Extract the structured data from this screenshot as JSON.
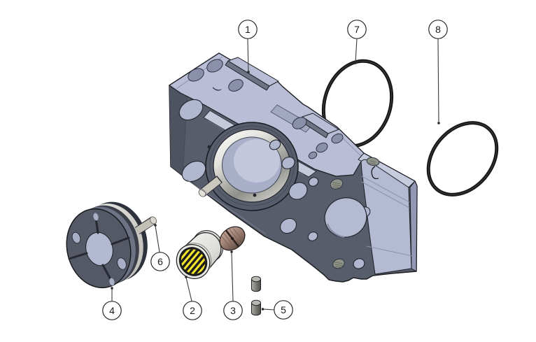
{
  "background_color": "#ffffff",
  "diagram_type": "exploded-assembly-drawing",
  "colors": {
    "housing_front_face": "#585d6b",
    "housing_top_face": "#b9bed6",
    "housing_side_box_face": "#b5bad3",
    "bore_metal_ring": "#d8d7d2",
    "bore_inner": "#a9afc8",
    "bearing_shell": "#e9e9e4",
    "bearing_needles_yellow": "#f3e52c",
    "bearing_needle_stripe": "#1c1c1c",
    "plug_copper": "#9a7d70",
    "coupling_disc_dark": "#545965",
    "coupling_rim_silver": "#e9e8e2",
    "pin_gray": "#8a8a84",
    "o_ring_black": "#171717",
    "outline": "#1c1e24",
    "balloon_fill": "#ffffff",
    "balloon_stroke": "#2b2b2b"
  },
  "callouts": [
    {
      "label": "1"
    },
    {
      "label": "2"
    },
    {
      "label": "3"
    },
    {
      "label": "4"
    },
    {
      "label": "5"
    },
    {
      "label": "6"
    },
    {
      "label": "7"
    },
    {
      "label": "8"
    }
  ]
}
